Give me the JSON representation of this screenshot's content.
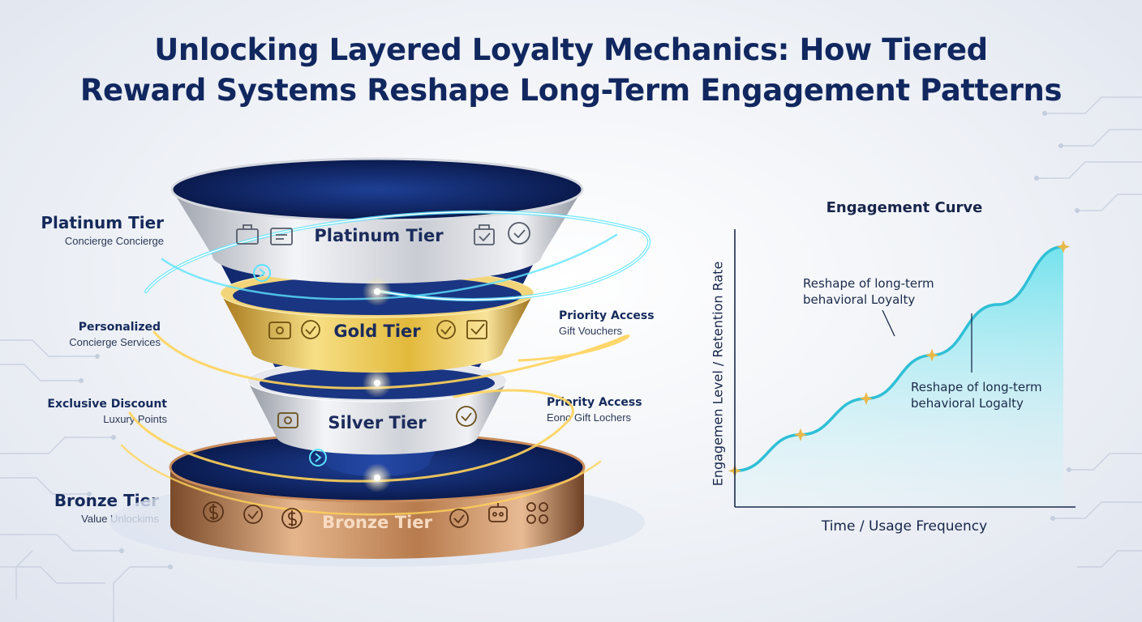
{
  "title": {
    "line1": "Unlocking Layered Loyalty Mechanics: How Tiered",
    "line2": "Reward Systems Reshape Long-Term Engagement Patterns"
  },
  "tiers": [
    {
      "name": "Platinum Tier",
      "color": "#c9ccd3"
    },
    {
      "name": "Gold Tier",
      "color": "#e2b93b"
    },
    {
      "name": "Silver Tier",
      "color": "#cfd2d8"
    },
    {
      "name": "Bronze Tier",
      "color": "#b77b4d"
    }
  ],
  "left_labels": [
    {
      "heading": "Platinum Tier",
      "sub": "Concierge Concierge"
    },
    {
      "heading": "Personalized",
      "sub": "Concierge Services"
    },
    {
      "heading": "Exclusive Discount",
      "sub": "Luxury Points"
    },
    {
      "heading": "Bronze Tier",
      "sub": "Value Unlockims"
    }
  ],
  "right_labels": [
    {
      "heading": "Priority Access",
      "sub": "Gift Vouchers"
    },
    {
      "heading": "Priority Access",
      "sub": "Eono Gift Lochers"
    }
  ],
  "icons": {
    "platinum": [
      "briefcase-icon",
      "ticket-icon",
      "gift-bag-icon",
      "badge-check-icon"
    ],
    "gold": [
      "wallet-icon",
      "check-circle-icon",
      "check-circle-icon",
      "checkbox-icon"
    ],
    "silver": [
      "wallet-icon",
      "badge-check-icon"
    ],
    "bronze": [
      "dollar-coin-icon",
      "check-circle-icon",
      "dollar-coin-icon",
      "check-circle-icon",
      "robot-icon",
      "network-icon"
    ]
  },
  "chart": {
    "title": "Engagement Curve",
    "xlabel": "Time / Usage Frequency",
    "ylabel": "Engagemen Level / Retention Rate",
    "annotation1_l1": "Reshape of long-term",
    "annotation1_l2": "behavioral Loyalty",
    "annotation2_l1": "Reshape of long-term",
    "annotation2_l2": "behavioral Logalty"
  },
  "chart_data": {
    "type": "area",
    "x": [
      0,
      1,
      2,
      3,
      4,
      5
    ],
    "values": [
      1.0,
      2.0,
      3.0,
      4.2,
      5.6,
      7.2
    ],
    "markers_at": [
      0,
      1,
      2,
      3,
      5
    ],
    "title": "Engagement Curve",
    "xlabel": "Time / Usage Frequency",
    "ylabel": "Engagemen Level / Retention Rate",
    "grid": false,
    "line_color": "#2fbfd6",
    "fill_color": "#6fdde9",
    "marker_color": "#e8b84a"
  }
}
